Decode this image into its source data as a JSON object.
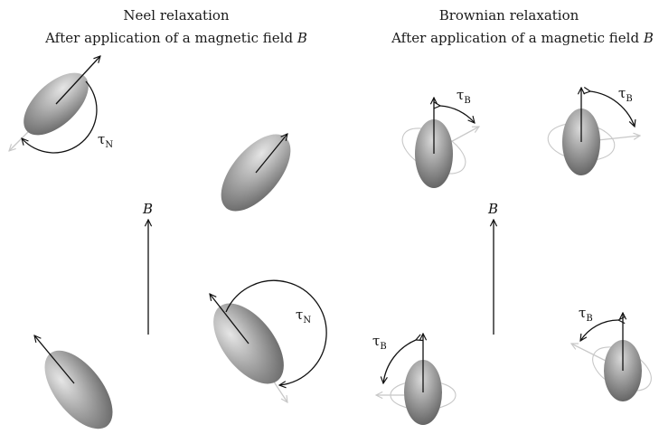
{
  "left_panel": {
    "title": "Neel relaxation",
    "subtitle_prefix": "After application of a magnetic field ",
    "subtitle_symbol": "B",
    "field_label": "B",
    "tau_symbol": "τ",
    "tau_subscript": "N"
  },
  "right_panel": {
    "title": "Brownian relaxation",
    "subtitle_prefix": "After application of a magnetic field ",
    "subtitle_symbol": "B",
    "field_label": "B",
    "tau_symbol": "τ",
    "tau_subscript": "B"
  },
  "colors": {
    "particle_light": "#e2e2e2",
    "particle_dark": "#5e5e5e",
    "arrow": "#111111",
    "ghost": "#c8c8c8"
  }
}
